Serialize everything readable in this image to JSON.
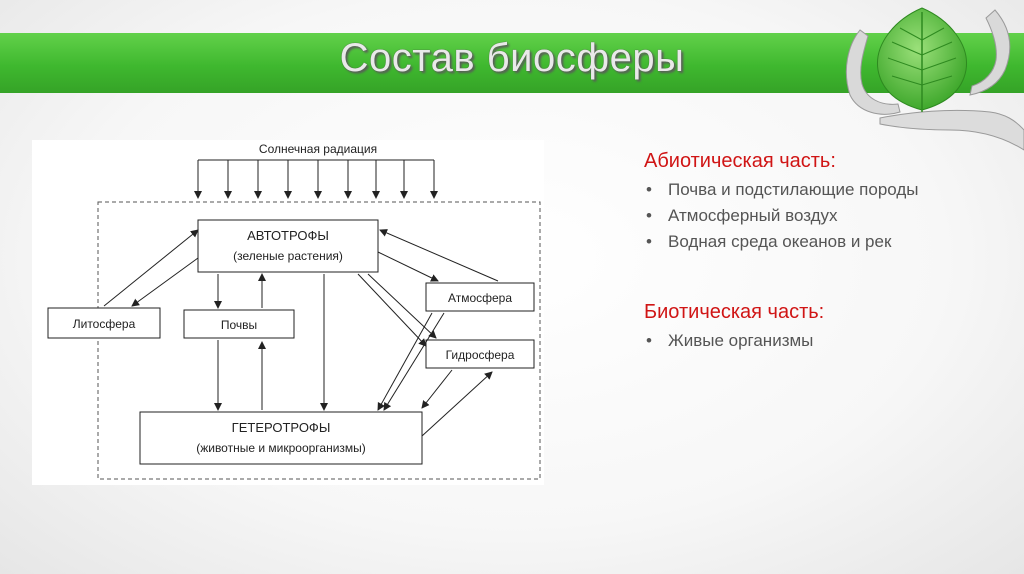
{
  "title": "Состав биосферы",
  "diagram": {
    "solar": "Солнечная радиация",
    "autotrophs": "АВТОТРОФЫ",
    "autotrophs_sub": "(зеленые растения)",
    "lithosphere": "Литосфера",
    "soils": "Почвы",
    "atmosphere": "Атмосфера",
    "hydrosphere": "Гидросфера",
    "heterotrophs": "ГЕТЕРОТРОФЫ",
    "heterotrophs_sub": "(животные и микроорганизмы)"
  },
  "abiotic": {
    "heading": "Абиотическая часть:",
    "items": [
      "Почва и подстилающие породы",
      "Атмосферный воздух",
      "Водная среда океанов и рек"
    ]
  },
  "biotic": {
    "heading": "Биотическая часть:",
    "items": [
      "Живые организмы"
    ]
  },
  "colors": {
    "title_band": "#3fb82f",
    "heading_red": "#d01515",
    "leaf": "#5cc23c"
  }
}
